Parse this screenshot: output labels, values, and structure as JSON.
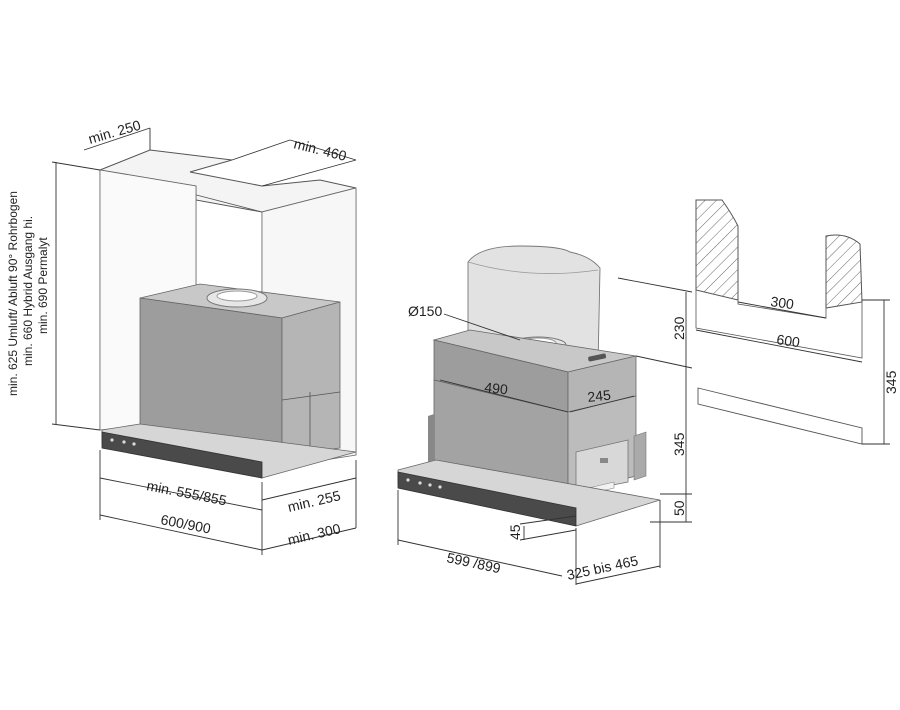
{
  "colors": {
    "body_front": "#9d9d9d",
    "body_side": "#b5b5b5",
    "body_top": "#c8c8c8",
    "panel_dark": "#4a4a4a",
    "tray": "#d6d6d6",
    "cabinet_line": "#6b6b6b",
    "duct": "#e2e2e2"
  },
  "left_view": {
    "label_min_250": "min. 250",
    "label_min_460": "min. 460",
    "vertical_line_1": "min. 625 Umluft/ Abluft 90° Rohrbogen",
    "vertical_line_2": "min. 660 Hybrid Ausgang hi.",
    "vertical_line_3": "min. 690 Permalyt",
    "label_width_inner": "min. 555/855",
    "label_width_outer": "600/900",
    "label_depth_255": "min. 255",
    "label_depth_300": "min. 300"
  },
  "middle_view": {
    "label_diameter": "Ø150",
    "label_490": "490",
    "label_245": "245",
    "label_230": "230",
    "label_345": "345",
    "label_50": "50",
    "label_45": "45",
    "label_width": "599 /899",
    "label_depth": "325 bis 465"
  },
  "right_view": {
    "label_300": "300",
    "label_600": "600",
    "label_345": "345"
  }
}
